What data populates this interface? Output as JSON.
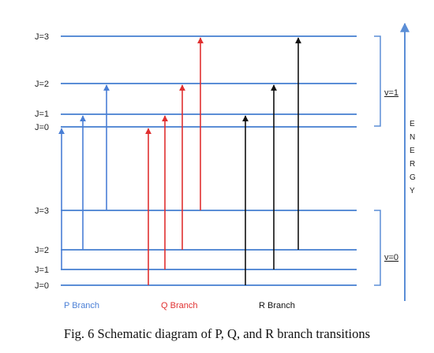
{
  "upper_levels": [
    "J=3",
    "J=2",
    "J=1",
    "J=0"
  ],
  "lower_levels": [
    "J=3",
    "J=2",
    "J=1",
    "J=0"
  ],
  "vib_upper": "v=1",
  "vib_lower": "v=0",
  "axis_label_letters": [
    "E",
    "N",
    "E",
    "R",
    "G",
    "Y"
  ],
  "branches": [
    {
      "name": "P Branch",
      "color": "#4a7fd6",
      "transitions": [
        [
          "J=0",
          "J=1"
        ],
        [
          "J=1",
          "J=2"
        ],
        [
          "J=2",
          "J=3"
        ]
      ]
    },
    {
      "name": "Q Branch",
      "color": "#e03030",
      "transitions": [
        [
          "J=0",
          "J=0"
        ],
        [
          "J=1",
          "J=1"
        ],
        [
          "J=2",
          "J=2"
        ],
        [
          "J=3",
          "J=3"
        ]
      ]
    },
    {
      "name": "R Branch",
      "color": "#111111",
      "transitions": [
        [
          "J=0",
          "J=1"
        ],
        [
          "J=1",
          "J=2"
        ],
        [
          "J=2",
          "J=3"
        ]
      ]
    }
  ],
  "level_line_color": "#5b8ed6",
  "caption": "Fig. 6 Schematic diagram of P, Q, and R branch transitions"
}
